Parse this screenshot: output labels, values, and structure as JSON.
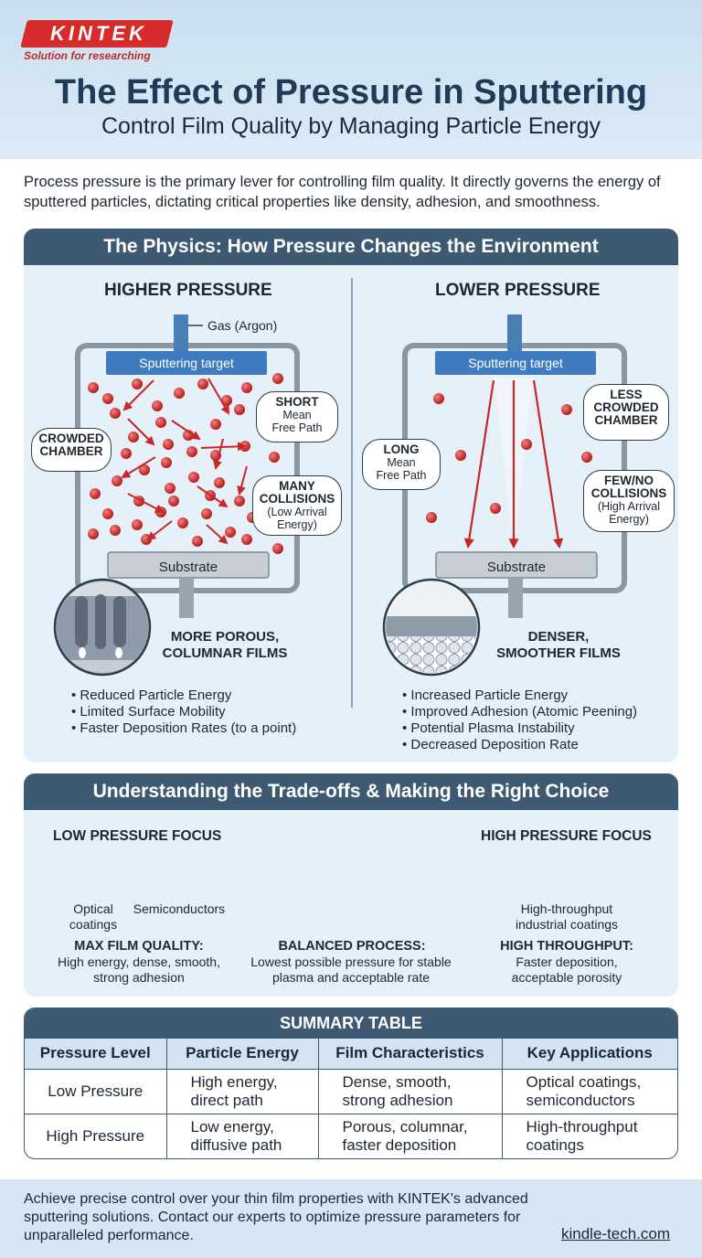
{
  "brand": {
    "name": "KINTEK",
    "tagline": "Solution for researching",
    "accent": "#d62b2b",
    "header_blue": "#3e5a73"
  },
  "title": "The Effect of Pressure in Sputtering",
  "subtitle": "Control Film Quality by Managing Particle Energy",
  "intro": "Process pressure is the primary lever for controlling film quality. It directly governs the energy of sputtered particles, dictating critical properties like density, adhesion, and smoothness.",
  "physics": {
    "heading": "The Physics: How Pressure Changes the Environment",
    "gas_label": "Gas (Argon)",
    "high": {
      "title": "HIGHER PRESSURE",
      "target": "Sputtering target",
      "substrate": "Substrate",
      "bubble_crowded": [
        "CROWDED",
        "CHAMBER"
      ],
      "bubble_short": [
        "SHORT",
        "Mean",
        "Free Path"
      ],
      "bubble_many": [
        "MANY",
        "COLLISIONS",
        "(Low Arrival",
        "Energy)"
      ],
      "film": [
        "MORE POROUS,",
        "COLUMNAR FILMS"
      ],
      "bullets": [
        "Reduced Particle Energy",
        "Limited Surface Mobility",
        "Faster Deposition Rates (to a point)"
      ]
    },
    "low": {
      "title": "LOWER PRESSURE",
      "target": "Sputtering target",
      "substrate": "Substrate",
      "bubble_less": [
        "LESS",
        "CROWDED",
        "CHAMBER"
      ],
      "bubble_long": [
        "LONG",
        "Mean",
        "Free Path"
      ],
      "bubble_few": [
        "FEW/NO",
        "COLLISIONS",
        "(High Arrival",
        "Energy)"
      ],
      "film": [
        "DENSER,",
        "SMOOTHER FILMS"
      ],
      "bullets": [
        "Increased Particle Energy",
        "Improved Adhesion (Atomic Peening)",
        "Potential Plasma Instability",
        "Decreased Deposition Rate"
      ]
    }
  },
  "tradeoffs": {
    "heading": "Understanding the Trade-offs & Making the Right Choice",
    "low_focus": "LOW PRESSURE FOCUS",
    "high_focus": "HIGH PRESSURE FOCUS",
    "optical": [
      "Optical",
      "coatings"
    ],
    "semis": "Semiconductors",
    "industrial": [
      "High-throughput",
      "industrial coatings"
    ],
    "max_quality": "MAX FILM QUALITY:",
    "max_quality_desc": [
      "High energy, dense, smooth,",
      "strong adhesion"
    ],
    "balanced": "BALANCED PROCESS:",
    "balanced_desc": [
      "Lowest possible pressure for stable",
      "plasma and acceptable rate"
    ],
    "throughput": "HIGH THROUGHPUT:",
    "throughput_desc": [
      "Faster deposition,",
      "acceptable porosity"
    ]
  },
  "summary": {
    "heading": "SUMMARY TABLE",
    "columns": [
      "Pressure Level",
      "Particle Energy",
      "Film Characteristics",
      "Key Applications"
    ],
    "rows": [
      [
        [
          "Low Pressure"
        ],
        [
          "High energy,",
          "direct path"
        ],
        [
          "Dense, smooth,",
          "strong adhesion"
        ],
        [
          "Optical coatings,",
          "semiconductors"
        ]
      ],
      [
        [
          "High Pressure"
        ],
        [
          "Low energy,",
          "diffusive path"
        ],
        [
          "Porous, columnar,",
          "faster deposition"
        ],
        [
          "High-throughput",
          "coatings"
        ]
      ]
    ]
  },
  "footer": {
    "text": "Achieve precise control over your thin film properties with KINTEK's advanced sputtering solutions. Contact our experts to optimize pressure parameters for unparalleled performance.",
    "link": "kindle-tech.com"
  }
}
